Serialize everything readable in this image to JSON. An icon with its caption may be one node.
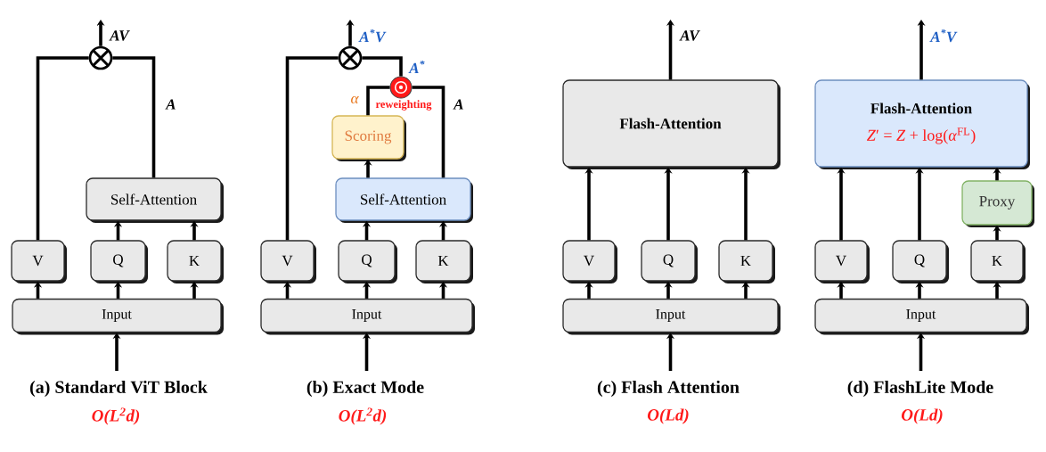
{
  "diagram": {
    "nodes": [
      {
        "text": [],
        "shape": "circle"
      },
      {
        "text": [
          "Self-Attention"
        ]
      },
      {
        "text": [
          "V"
        ]
      },
      {
        "text": [
          "Q"
        ]
      },
      {
        "text": [
          "K"
        ]
      },
      {
        "text": [
          "Input"
        ]
      },
      {
        "text": [],
        "shape": "circle"
      },
      {
        "text": [],
        "shape": "circle",
        "beside": [
          "reweighting"
        ]
      },
      {
        "text": [
          "Scoring"
        ]
      },
      {
        "text": [
          "Self-Attention"
        ]
      },
      {
        "text": [
          "V"
        ]
      },
      {
        "text": [
          "Q"
        ]
      },
      {
        "text": [
          "K"
        ]
      },
      {
        "text": [
          "Input"
        ]
      },
      {
        "text": [
          "Flash-Attention"
        ]
      },
      {
        "text": [
          "V"
        ]
      },
      {
        "text": [
          "Q"
        ]
      },
      {
        "text": [
          "K"
        ]
      },
      {
        "text": [
          "Input"
        ]
      },
      {
        "text": [
          "Flash-Attention",
          "*Z*′ = *Z* + log(*α*$^{FL}$)"
        ]
      },
      {
        "text": [
          "Proxy"
        ]
      },
      {
        "text": [
          "V"
        ]
      },
      {
        "text": [
          "Q"
        ]
      },
      {
        "text": [
          "K"
        ]
      },
      {
        "text": [
          "Input"
        ]
      }
    ],
    "edges": [
      {
        "from": null,
        "to": 5,
        "arrow": "to"
      },
      {
        "from": 5,
        "to": 2,
        "arrow": "to"
      },
      {
        "from": 5,
        "to": 3,
        "arrow": "to"
      },
      {
        "from": 5,
        "to": 4,
        "arrow": "to"
      },
      {
        "from": 3,
        "to": 1,
        "arrow": "to"
      },
      {
        "from": 4,
        "to": 1,
        "arrow": "to"
      },
      {
        "from": 1,
        "to": 0,
        "arrow": "none",
        "label": "A"
      },
      {
        "from": 2,
        "to": 0,
        "arrow": "none"
      },
      {
        "from": 0,
        "to": null,
        "arrow": "to",
        "label": "AV"
      },
      {
        "from": null,
        "to": 13,
        "arrow": "to"
      },
      {
        "from": 13,
        "to": 10,
        "arrow": "to"
      },
      {
        "from": 13,
        "to": 11,
        "arrow": "to"
      },
      {
        "from": 13,
        "to": 12,
        "arrow": "to"
      },
      {
        "from": 11,
        "to": 9,
        "arrow": "to"
      },
      {
        "from": 12,
        "to": 9,
        "arrow": "to"
      },
      {
        "from": 9,
        "to": 8,
        "arrow": "to"
      },
      {
        "from": 8,
        "to": 7,
        "arrow": "none",
        "label": "α"
      },
      {
        "from": 9,
        "to": 7,
        "arrow": "none",
        "label": "A"
      },
      {
        "from": 7,
        "to": 6,
        "arrow": "none",
        "label": "A$^{*}$"
      },
      {
        "from": 10,
        "to": 6,
        "arrow": "none"
      },
      {
        "from": 6,
        "to": null,
        "arrow": "to",
        "label": "A$^{*}$V"
      },
      {
        "from": null,
        "to": 18,
        "arrow": "to"
      },
      {
        "from": 18,
        "to": 15,
        "arrow": "to"
      },
      {
        "from": 18,
        "to": 16,
        "arrow": "to"
      },
      {
        "from": 18,
        "to": 17,
        "arrow": "to"
      },
      {
        "from": 15,
        "to": 14,
        "arrow": "to"
      },
      {
        "from": 16,
        "to": 14,
        "arrow": "to"
      },
      {
        "from": 17,
        "to": 14,
        "arrow": "to"
      },
      {
        "from": 14,
        "to": null,
        "arrow": "to",
        "label": "AV"
      },
      {
        "from": null,
        "to": 24,
        "arrow": "to"
      },
      {
        "from": 24,
        "to": 21,
        "arrow": "to"
      },
      {
        "from": 24,
        "to": 22,
        "arrow": "to"
      },
      {
        "from": 24,
        "to": 23,
        "arrow": "to"
      },
      {
        "from": 21,
        "to": 19,
        "arrow": "to"
      },
      {
        "from": 22,
        "to": 19,
        "arrow": "to"
      },
      {
        "from": 23,
        "to": 20,
        "arrow": "to"
      },
      {
        "from": 20,
        "to": 19,
        "arrow": "to"
      },
      {
        "from": 19,
        "to": null,
        "arrow": "to",
        "label": "A$^{*}$V"
      }
    ],
    "labels": [
      "(a) Standard ViT Block",
      "O(L$^{2}$d)",
      "(b) Exact Mode",
      "O(L$^{2}$d)",
      "(c) Flash Attention",
      "O(Ld)",
      "(d) FlashLite Mode",
      "O(Ld)"
    ]
  }
}
